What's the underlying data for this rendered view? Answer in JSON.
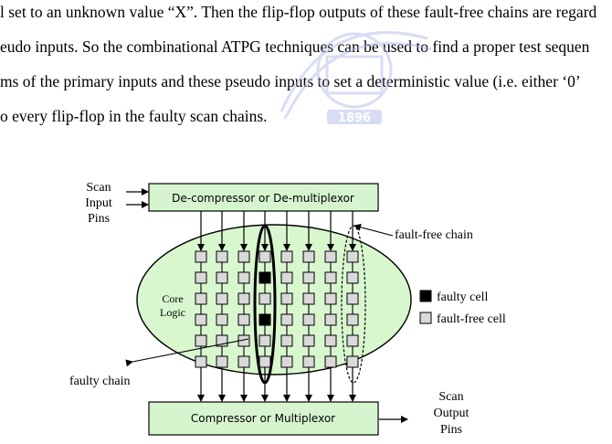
{
  "paragraph": {
    "lines": [
      "l set to an unknown value “X”. Then the flip-flop outputs of these fault-free chains are regard",
      "eudo inputs. So the combinational ATPG techniques can be used to find a proper test sequen",
      "ms of the primary inputs and these pseudo inputs to set a deterministic value (i.e. either ‘0’",
      "o every flip-flop in the faulty scan chains."
    ]
  },
  "watermark": {
    "text": "1896"
  },
  "figure": {
    "scan_input": [
      "Scan",
      "Input",
      "Pins"
    ],
    "decompressor": "De-compressor or De-multiplexor",
    "compressor": "Compressor or Multiplexor",
    "core_logic": [
      "Core",
      "Logic"
    ],
    "fault_free_chain": "fault-free chain",
    "faulty_chain": "faulty chain",
    "legend": {
      "faulty_cell": "faulty cell",
      "fault_free_cell": "fault-free cell"
    },
    "scan_output": [
      "Scan",
      "Output",
      "Pins"
    ],
    "colors": {
      "box_fill": "#d6f5cf",
      "ellipse_fill": "#d9f7cf",
      "cell_fill": "#d9d9d9",
      "faulty_fill": "#000000"
    }
  }
}
